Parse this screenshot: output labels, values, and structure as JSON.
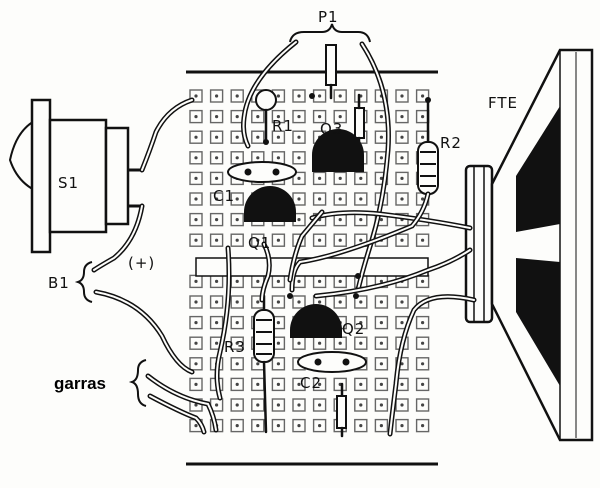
{
  "labels": {
    "p1": "P1",
    "r1": "R1",
    "q3": "Q3",
    "r2": "R2",
    "fte": "FTE",
    "s1": "S1",
    "c1": "C1",
    "q1": "Q1",
    "b1": "B1",
    "plus": "(+)",
    "r3": "R3",
    "q2": "Q2",
    "c2": "C2",
    "garras": "garras"
  },
  "colors": {
    "ink": "#111111",
    "paper": "#fdfdfb"
  },
  "icons": {
    "switch": "rocker-switch-icon",
    "speaker": "loudspeaker-icon",
    "potentiometer": "potentiometer-icon"
  }
}
